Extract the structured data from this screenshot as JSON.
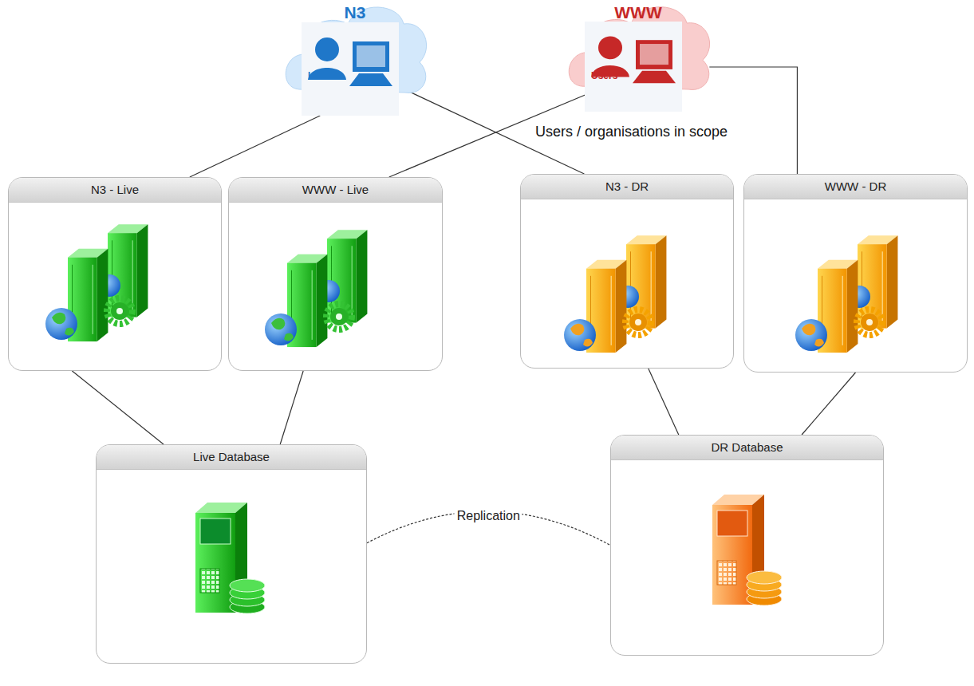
{
  "diagram": {
    "nodes": [
      {
        "text": [
          "N3",
          "Users"
        ]
      },
      {
        "text": [
          "WWW",
          "Users"
        ]
      },
      {
        "text": [
          "N3 - Live"
        ]
      },
      {
        "text": [
          "WWW - Live"
        ]
      },
      {
        "text": [
          "N3 - DR"
        ]
      },
      {
        "text": [
          "WWW - DR"
        ]
      },
      {
        "text": [
          "Live Database"
        ]
      },
      {
        "text": [
          "DR Database"
        ]
      }
    ],
    "edges": [
      {
        "from": 0,
        "to": 2,
        "arrow": "none"
      },
      {
        "from": 0,
        "to": 4,
        "arrow": "none"
      },
      {
        "from": 1,
        "to": 3,
        "arrow": "none"
      },
      {
        "from": 1,
        "to": 5,
        "arrow": "none"
      },
      {
        "from": 2,
        "to": 6,
        "arrow": "none"
      },
      {
        "from": 3,
        "to": 6,
        "arrow": "none"
      },
      {
        "from": 4,
        "to": 7,
        "arrow": "none"
      },
      {
        "from": 5,
        "to": 7,
        "arrow": "none"
      },
      {
        "from": 6,
        "to": 7,
        "label": "Replication",
        "arrow": "none"
      }
    ],
    "labels": [
      "Users / organisations in scope"
    ]
  }
}
